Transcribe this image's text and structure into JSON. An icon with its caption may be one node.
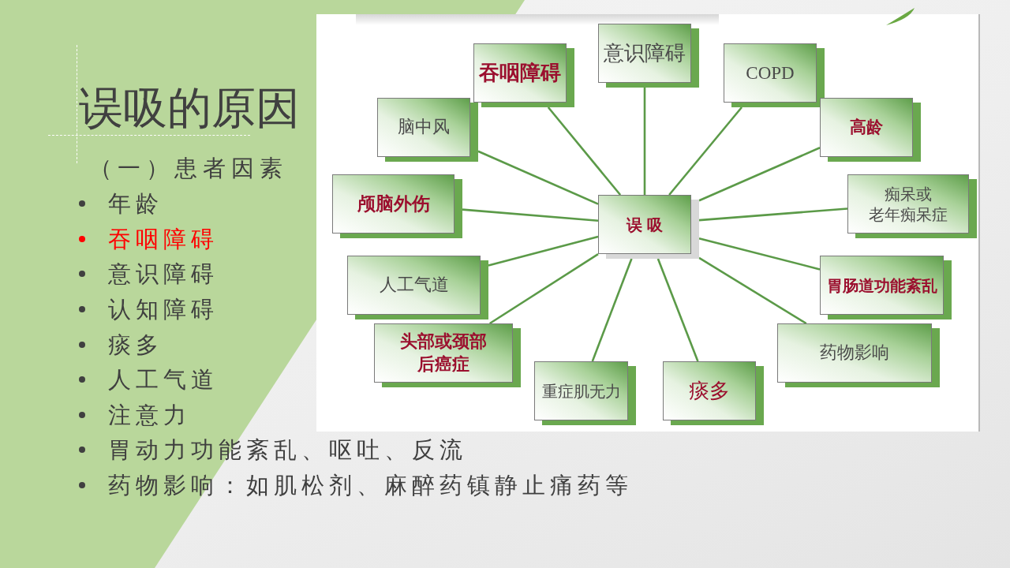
{
  "diagram": {
    "title": "误吸的原因",
    "nodes": [
      {
        "text": [
          "吞咽障碍"
        ]
      },
      {
        "text": [
          "意识障碍"
        ]
      },
      {
        "text": [
          "COPD"
        ]
      },
      {
        "text": [
          "脑中风"
        ]
      },
      {
        "text": [
          "高龄"
        ]
      },
      {
        "text": [
          "颅脑外伤"
        ]
      },
      {
        "text": [
          "误 吸"
        ]
      },
      {
        "text": [
          "痴呆或老年痴呆症"
        ]
      },
      {
        "text": [
          "人工气道"
        ]
      },
      {
        "text": [
          "胃肠道功能紊乱"
        ]
      },
      {
        "text": [
          "头部或颈部后癌症"
        ]
      },
      {
        "text": [
          "药物影响"
        ]
      },
      {
        "text": [
          "重症肌无力"
        ]
      },
      {
        "text": [
          "痰多"
        ]
      }
    ],
    "edges": [
      {
        "from": 6,
        "to": 0,
        "arrow": "none"
      },
      {
        "from": 6,
        "to": 1,
        "arrow": "none"
      },
      {
        "from": 6,
        "to": 2,
        "arrow": "none"
      },
      {
        "from": 6,
        "to": 3,
        "arrow": "none"
      },
      {
        "from": 6,
        "to": 4,
        "arrow": "none"
      },
      {
        "from": 6,
        "to": 5,
        "arrow": "none"
      },
      {
        "from": 6,
        "to": 7,
        "arrow": "none"
      },
      {
        "from": 6,
        "to": 8,
        "arrow": "none"
      },
      {
        "from": 6,
        "to": 9,
        "arrow": "none"
      },
      {
        "from": 6,
        "to": 10,
        "arrow": "none"
      },
      {
        "from": 6,
        "to": 11,
        "arrow": "none"
      },
      {
        "from": 6,
        "to": 12,
        "arrow": "none"
      },
      {
        "from": 6,
        "to": 13,
        "arrow": "none"
      }
    ],
    "labels": [
      "（一）患者因素",
      "年龄",
      "吞咽障碍",
      "意识障碍",
      "认知障碍",
      "痰多",
      "人工气道",
      "注意力",
      "胃动力功能紊乱、呕吐、反流",
      "药物影响：如肌松剂、麻醉药镇静止痛药等"
    ]
  }
}
